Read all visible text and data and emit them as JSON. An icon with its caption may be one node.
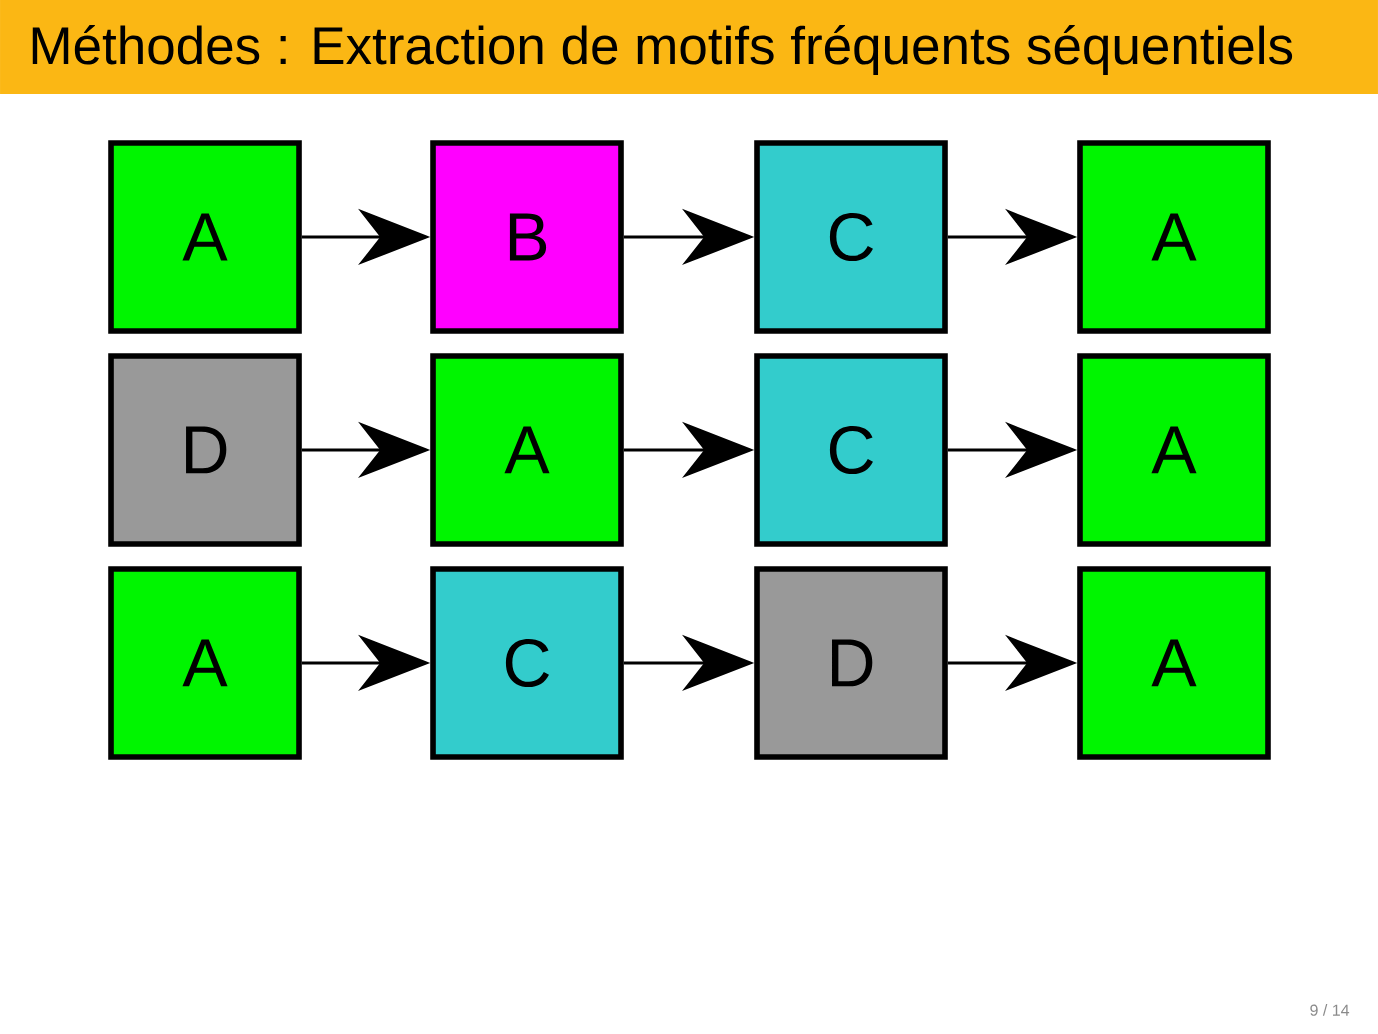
{
  "diagram": {
    "title": "Méthodes : Extraction de motifs fréquents séquentiels",
    "nodes": [
      {
        "text": [
          "A"
        ]
      },
      {
        "text": [
          "B"
        ]
      },
      {
        "text": [
          "C"
        ]
      },
      {
        "text": [
          "A"
        ]
      },
      {
        "text": [
          "D"
        ]
      },
      {
        "text": [
          "A"
        ]
      },
      {
        "text": [
          "C"
        ]
      },
      {
        "text": [
          "A"
        ]
      },
      {
        "text": [
          "A"
        ]
      },
      {
        "text": [
          "C"
        ]
      },
      {
        "text": [
          "D"
        ]
      },
      {
        "text": [
          "A"
        ]
      }
    ],
    "edges": [
      {
        "from": 0,
        "to": 1,
        "arrow": "to"
      },
      {
        "from": 1,
        "to": 2,
        "arrow": "to"
      },
      {
        "from": 2,
        "to": 3,
        "arrow": "to"
      },
      {
        "from": 4,
        "to": 5,
        "arrow": "to"
      },
      {
        "from": 5,
        "to": 6,
        "arrow": "to"
      },
      {
        "from": 6,
        "to": 7,
        "arrow": "to"
      },
      {
        "from": 8,
        "to": 9,
        "arrow": "to"
      },
      {
        "from": 9,
        "to": 10,
        "arrow": "to"
      },
      {
        "from": 10,
        "to": 11,
        "arrow": "to"
      }
    ],
    "labels": [
      "9 / 14"
    ]
  }
}
